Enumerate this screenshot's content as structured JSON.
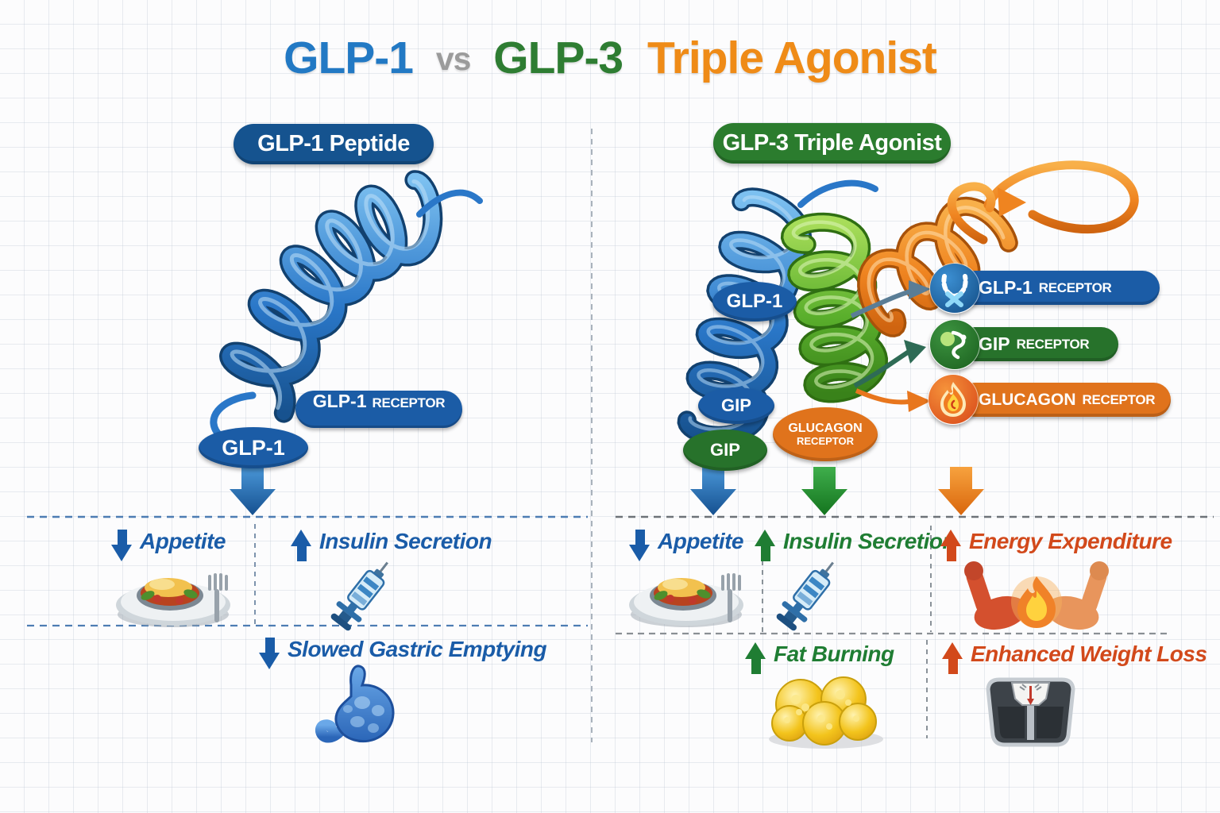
{
  "title": {
    "glp1": "GLP-1",
    "vs": "vs",
    "glp3": "GLP-3",
    "suffix": "Triple Agonist"
  },
  "left_panel": {
    "header": "GLP-1 Peptide",
    "receptor_pill": {
      "strong": "GLP-1",
      "rest": "RECEPTOR"
    },
    "peptide_oval": "GLP-1",
    "effects": {
      "appetite": {
        "label": "Appetite",
        "direction": "down",
        "icon": "meal-plate",
        "color": "#1a5ca8"
      },
      "insulin": {
        "label": "Insulin Secretion",
        "direction": "up",
        "icon": "syringe",
        "color": "#1a5ca8"
      },
      "gastric": {
        "label": "Slowed Gastric Emptying",
        "direction": "down",
        "icon": "stomach",
        "color": "#1a5ca8"
      }
    }
  },
  "right_panel": {
    "header": "GLP-3 Triple Agonist",
    "ovals": {
      "glp1": "GLP-1",
      "gip_blue": "GIP",
      "gip_green": "GIP",
      "glucagon_line1": "GLUCAGON",
      "glucagon_line2": "RECEPTOR"
    },
    "receptors": {
      "glp1": {
        "strong": "GLP-1",
        "rest": "RECEPTOR",
        "icon": "receptor-horseshoe",
        "color": "#1b5ca6"
      },
      "gip": {
        "strong": "GIP",
        "rest": "RECEPTOR",
        "icon": "molecule-swirl",
        "color": "#2b7c2e"
      },
      "glucagon": {
        "strong": "GLUCAGON",
        "rest": "RECEPTOR",
        "icon": "flame",
        "color": "#e4761c"
      }
    },
    "effects": {
      "appetite": {
        "label": "Appetite",
        "direction": "down",
        "icon": "meal-plate",
        "color": "#1a5ca8"
      },
      "insulin": {
        "label": "Insulin Secretion",
        "direction": "up",
        "icon": "syringe",
        "color": "#1f7d33"
      },
      "energy": {
        "label": "Energy Expenditure",
        "direction": "up",
        "icon": "flexed-arms-flame",
        "color": "#d2491b"
      },
      "fat": {
        "label": "Fat Burning",
        "direction": "up",
        "icon": "fat-cells",
        "color": "#1f7d33"
      },
      "weight": {
        "label": "Enhanced Weight Loss",
        "direction": "up",
        "icon": "weighing-scale",
        "color": "#d2491b"
      }
    }
  },
  "colors": {
    "title_blue": "#2279c4",
    "title_gray": "#9b9b9b",
    "title_green": "#2e7d32",
    "title_orange": "#ef8b17",
    "panel_header_blue": "#15538f",
    "panel_header_green": "#2b7c2e",
    "helix_blue": "#2a77c8",
    "helix_green": "#5aaf2c",
    "helix_orange": "#ef8420",
    "receptor_blue": "#1b5ca6",
    "receptor_green": "#2b7c2e",
    "receptor_orange": "#e4761c",
    "effect_blue": "#1a5ca8",
    "effect_green": "#1f7d33",
    "effect_orange": "#d2491b"
  }
}
